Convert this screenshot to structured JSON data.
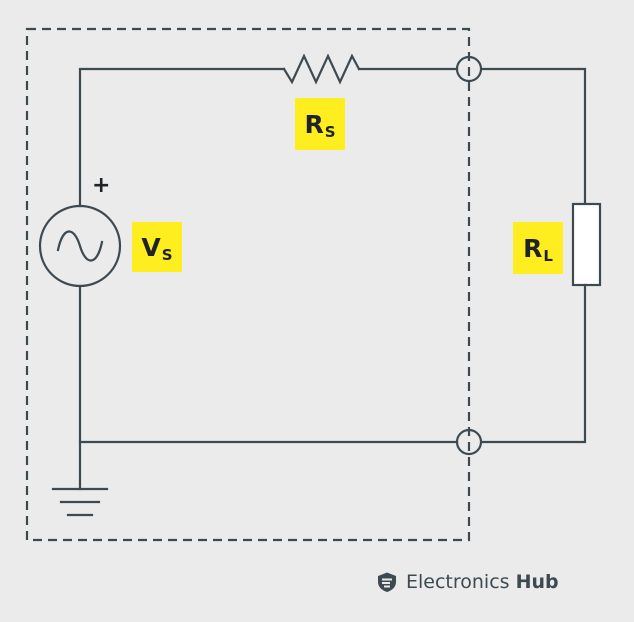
{
  "diagram": {
    "source_resistor": {
      "main": "R",
      "sub": "S"
    },
    "source_voltage": {
      "main": "V",
      "sub": "S"
    },
    "load_resistor": {
      "main": "R",
      "sub": "L"
    },
    "polarity": "+",
    "colors": {
      "background": "#ebebeb",
      "wire": "#3d4a52",
      "label_highlight": "#ffee1f",
      "label_text": "#1f2328"
    }
  },
  "brand": {
    "name_part1": "Electronics",
    "name_part2": "Hub",
    "logo_icon": "shield-icon"
  }
}
